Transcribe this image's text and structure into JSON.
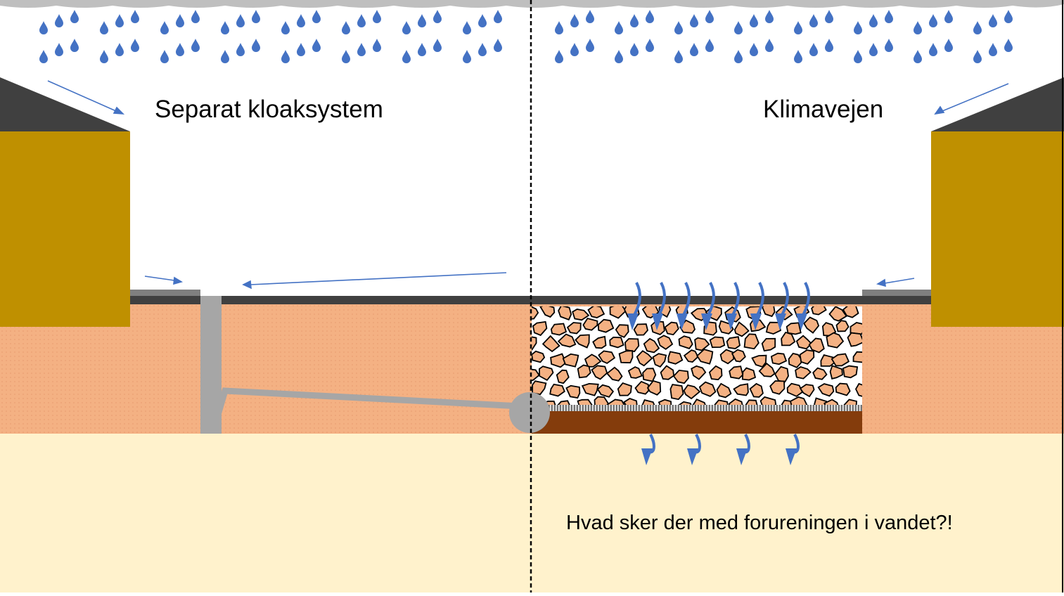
{
  "labels": {
    "left_title": "Separat kloaksystem",
    "right_title": "Klimavejen",
    "question": "Hvad sker der med forureningen i vandet?!"
  },
  "colors": {
    "rain_drop": "#4472c4",
    "arrow_line": "#4472c4",
    "arrow_flow": "#4472c4",
    "cloud": "#bfbfbf",
    "roof": "#404040",
    "building": "#bf9000",
    "topsoil": "#f4b183",
    "subsoil": "#fff2cc",
    "road": "#404040",
    "sidewalk": "#7f7f7f",
    "pipe": "#a6a6a6",
    "stone": "#f4b183",
    "stone_outline": "#000000",
    "membrane": "#7f7f7f",
    "base_layer": "#843c0c",
    "divider": "#000000"
  },
  "icons": {
    "rain": "raindrop-icon",
    "flow_arrow": "curved-arrow-down-icon",
    "straight_arrow": "arrow-icon"
  }
}
